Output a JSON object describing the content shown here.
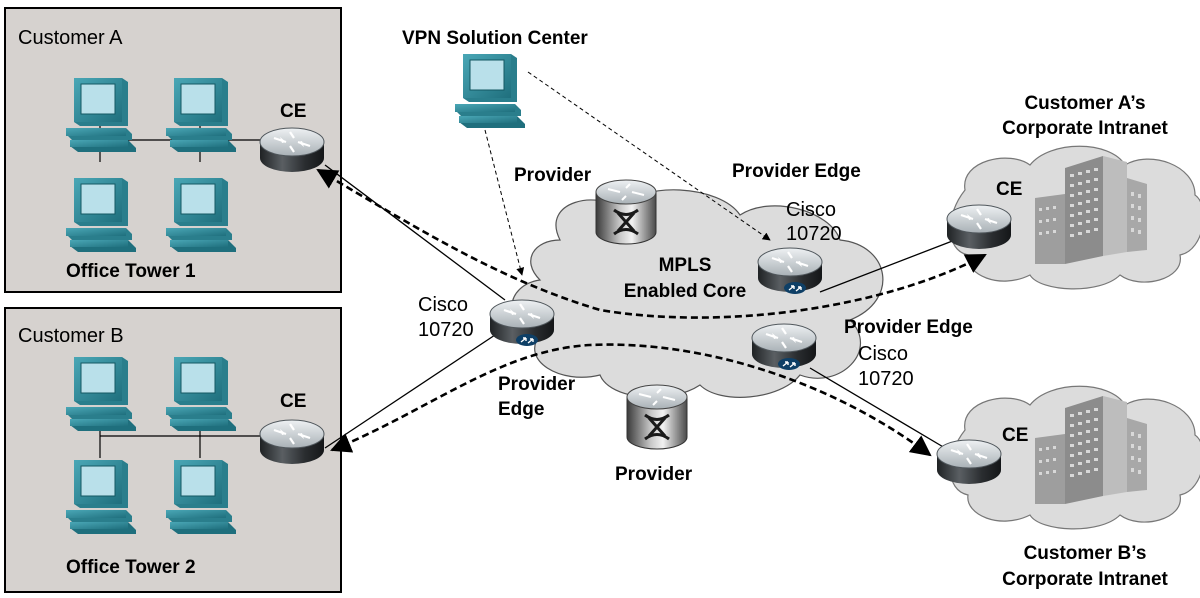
{
  "customer_a": {
    "title": "Customer A",
    "ce": "CE",
    "site": "Office Tower 1"
  },
  "customer_b": {
    "title": "Customer B",
    "ce": "CE",
    "site": "Office Tower 2"
  },
  "vpn_center": "VPN Solution Center",
  "core": {
    "line1": "MPLS",
    "line2": "Enabled Core"
  },
  "provider_top": "Provider",
  "provider_bottom": "Provider",
  "pe_left": {
    "line1": "Provider",
    "line2": "Edge",
    "model1": "Cisco",
    "model2": "10720"
  },
  "pe_top": {
    "title": "Provider Edge",
    "model1": "Cisco",
    "model2": "10720"
  },
  "pe_bottom": {
    "title": "Provider Edge",
    "model1": "Cisco",
    "model2": "10720"
  },
  "intranet_a": {
    "line1": "Customer A’s",
    "line2": "Corporate Intranet",
    "ce": "CE"
  },
  "intranet_b": {
    "line1": "Customer B’s",
    "line2": "Corporate Intranet",
    "ce": "CE"
  },
  "colors": {
    "box_fill": "#d6d2cf",
    "cloud_fill": "#dcdcdc",
    "pc_face": "#2f8e9e",
    "pc_screen": "#b5dde6",
    "router_top": "#d8dde0",
    "router_body": "#3a3d40",
    "building": "#9b9b9b"
  }
}
